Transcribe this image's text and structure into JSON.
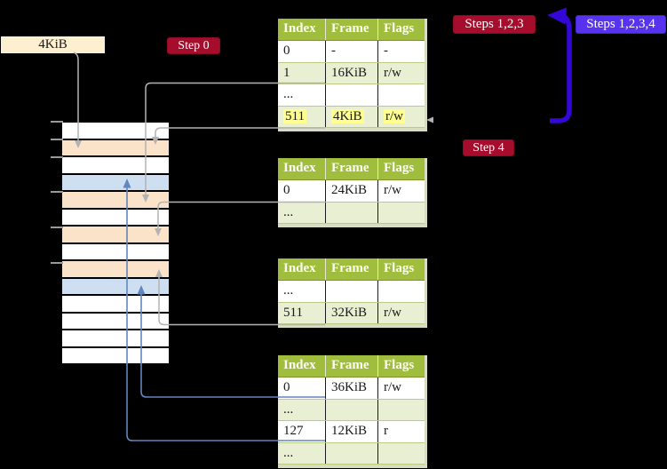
{
  "diagram": {
    "page_size_label": "4KiB",
    "badges": {
      "step0": "Step 0",
      "steps123": "Steps 1,2,3",
      "steps1234": "Steps 1,2,3,4",
      "step4": "Step 4"
    }
  },
  "tables": [
    {
      "headers": [
        "Index",
        "Frame",
        "Flags"
      ],
      "rows": [
        {
          "index": "0",
          "frame": "-",
          "flags": "-"
        },
        {
          "index": "1",
          "frame": "16KiB",
          "flags": "r/w"
        },
        {
          "index": "...",
          "frame": "",
          "flags": ""
        },
        {
          "index": "511",
          "frame": "4KiB",
          "flags": "r/w",
          "highlighted": true
        }
      ]
    },
    {
      "headers": [
        "Index",
        "Frame",
        "Flags"
      ],
      "rows": [
        {
          "index": "0",
          "frame": "24KiB",
          "flags": "r/w"
        },
        {
          "index": "...",
          "frame": "",
          "flags": ""
        }
      ]
    },
    {
      "headers": [
        "Index",
        "Frame",
        "Flags"
      ],
      "rows": [
        {
          "index": "...",
          "frame": "",
          "flags": ""
        },
        {
          "index": "511",
          "frame": "32KiB",
          "flags": "r/w"
        }
      ]
    },
    {
      "headers": [
        "Index",
        "Frame",
        "Flags"
      ],
      "rows": [
        {
          "index": "0",
          "frame": "36KiB",
          "flags": "r/w"
        },
        {
          "index": "...",
          "frame": "",
          "flags": ""
        },
        {
          "index": "127",
          "frame": "12KiB",
          "flags": "r"
        },
        {
          "index": "...",
          "frame": "",
          "flags": ""
        }
      ]
    }
  ],
  "memory": {
    "rows": [
      "white",
      "peach",
      "white",
      "blue",
      "peach",
      "white",
      "peach",
      "white",
      "peach",
      "blue",
      "white",
      "white",
      "white",
      "white"
    ]
  },
  "colors": {
    "background": "#000000",
    "table_header_green": "#a1bd3e",
    "table_row_alt_green": "#e9efd3",
    "memory_row_peach": "#fbe3c9",
    "memory_row_blue": "#cfdff2",
    "highlight_yellow": "#ffff8e",
    "badge_red": "#a60d2c",
    "badge_blue": "#5733f0",
    "thick_arrow_blue": "#3307d6",
    "connector_gray": "#b3b3b3",
    "connector_blue": "#6286bd",
    "page_size_box_cream": "#fdf0d0"
  }
}
